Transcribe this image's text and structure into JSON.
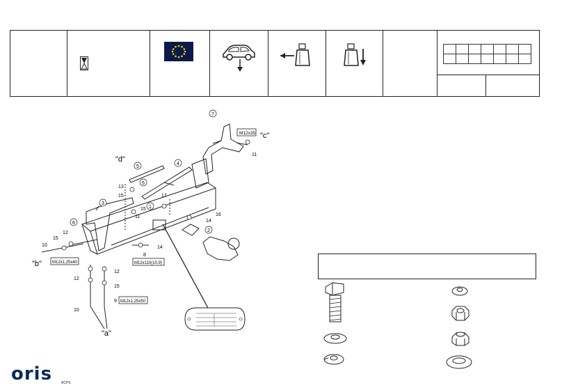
{
  "parts": {
    "p1": "1",
    "p2": "2",
    "p3": "3",
    "p4": "4",
    "p5": "5",
    "p5b": "5",
    "p6": "6",
    "p7": "7",
    "p8": "8",
    "p9": "9",
    "p10": "10",
    "p10b": "10",
    "p11": "11",
    "p11b": "11",
    "p12": "12",
    "p12b": "12",
    "p12c": "12",
    "p13": "13",
    "p14": "14",
    "p14b": "14",
    "p15": "15",
    "p15b": "15",
    "p15c": "15",
    "p15d": "15",
    "p16": "16",
    "p17": "17"
  },
  "callouts": {
    "a": "\"a\"",
    "b": "\"b\"",
    "c": "\"c\"",
    "d": "\"d\""
  },
  "bolt_specs": {
    "spec1": "M12x35",
    "spec2": "M12x1,25x40",
    "spec3": "M12x110(10.9)",
    "spec4": "M12x1,25x50"
  },
  "logo": {
    "brand": "oris",
    "sub": "ACPS"
  },
  "colors": {
    "line": "#222222",
    "eu_blue": "#0b1a4a",
    "eu_star": "#f2d500",
    "brand": "#0a2a5a"
  }
}
